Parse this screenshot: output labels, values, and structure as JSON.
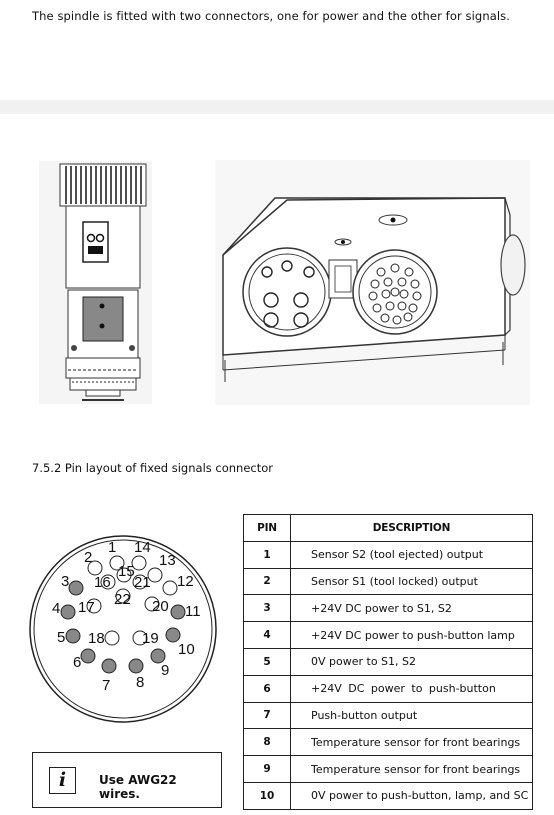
{
  "intro_text": "The spindle is fitted with two connectors, one for power and the other for signals.",
  "section_title": "7.5.2 Pin layout of fixed signals connector",
  "note": {
    "icon": "info-icon",
    "icon_glyph": "i",
    "text": "Use AWG22 wires."
  },
  "connector_pins": [
    "1",
    "2",
    "3",
    "4",
    "5",
    "6",
    "7",
    "8",
    "9",
    "10",
    "11",
    "12",
    "13",
    "14",
    "15",
    "16",
    "17",
    "18",
    "19",
    "20",
    "21",
    "22"
  ],
  "table": {
    "headers": {
      "pin": "PIN",
      "description": "DESCRIPTION"
    },
    "rows": [
      {
        "pin": "1",
        "description": "Sensor S2 (tool ejected) output"
      },
      {
        "pin": "2",
        "description": "Sensor S1 (tool locked) output"
      },
      {
        "pin": "3",
        "description": "+24V DC power to S1, S2"
      },
      {
        "pin": "4",
        "description": "+24V DC power to push-button lamp"
      },
      {
        "pin": "5",
        "description": "0V power to S1, S2"
      },
      {
        "pin": "6",
        "description": "+24V DC power to push-button"
      },
      {
        "pin": "7",
        "description": "Push-button output"
      },
      {
        "pin": "8",
        "description": "Temperature sensor for front bearings"
      },
      {
        "pin": "9",
        "description": "Temperature sensor for front bearings"
      },
      {
        "pin": "10",
        "description": "0V power to push-button, lamp, and SC"
      }
    ]
  }
}
